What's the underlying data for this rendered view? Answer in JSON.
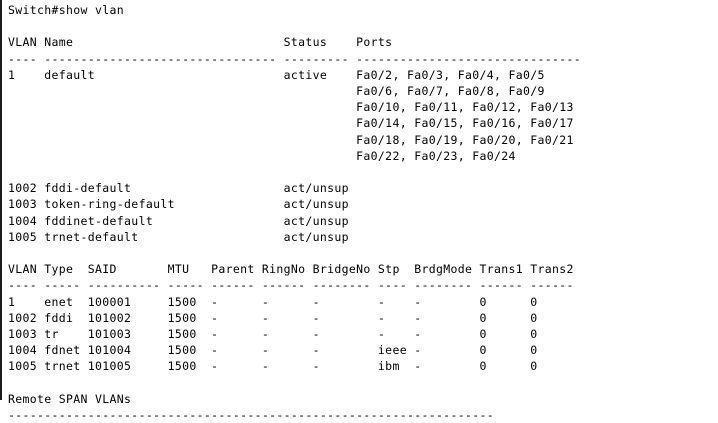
{
  "terminal": {
    "prompt_line": "Switch#show vlan",
    "hostname": "Switch",
    "prompt_symbol": "#",
    "command": "show vlan",
    "colors": {
      "background": "#ffffff",
      "text": "#000000",
      "left_border": "#1a1a1a"
    }
  },
  "vlan_table": {
    "headers": [
      "VLAN",
      "Name",
      "Status",
      "Ports"
    ],
    "header_line": "VLAN Name                             Status    Ports",
    "rule_line": "---- -------------------------------- --------- -------------------------------",
    "rows": [
      {
        "vlan": "1",
        "name": "default",
        "status": "active",
        "ports": [
          "Fa0/2, Fa0/3, Fa0/4, Fa0/5",
          "Fa0/6, Fa0/7, Fa0/8, Fa0/9",
          "Fa0/10, Fa0/11, Fa0/12, Fa0/13",
          "Fa0/14, Fa0/15, Fa0/16, Fa0/17",
          "Fa0/18, Fa0/19, Fa0/20, Fa0/21",
          "Fa0/22, Fa0/23, Fa0/24"
        ]
      },
      {
        "vlan": "1002",
        "name": "fddi-default",
        "status": "act/unsup",
        "ports": []
      },
      {
        "vlan": "1003",
        "name": "token-ring-default",
        "status": "act/unsup",
        "ports": []
      },
      {
        "vlan": "1004",
        "name": "fddinet-default",
        "status": "act/unsup",
        "ports": []
      },
      {
        "vlan": "1005",
        "name": "trnet-default",
        "status": "act/unsup",
        "ports": []
      }
    ],
    "rendered_lines": [
      "1    default                          active    Fa0/2, Fa0/3, Fa0/4, Fa0/5",
      "                                                Fa0/6, Fa0/7, Fa0/8, Fa0/9",
      "                                                Fa0/10, Fa0/11, Fa0/12, Fa0/13",
      "                                                Fa0/14, Fa0/15, Fa0/16, Fa0/17",
      "                                                Fa0/18, Fa0/19, Fa0/20, Fa0/21",
      "                                                Fa0/22, Fa0/23, Fa0/24",
      "1002 fddi-default                     act/unsup",
      "1003 token-ring-default               act/unsup",
      "1004 fddinet-default                  act/unsup",
      "1005 trnet-default                    act/unsup"
    ]
  },
  "detail_table": {
    "headers": [
      "VLAN",
      "Type",
      "SAID",
      "MTU",
      "Parent",
      "RingNo",
      "BridgeNo",
      "Stp",
      "BrdgMode",
      "Trans1",
      "Trans2"
    ],
    "header_line": "VLAN Type  SAID       MTU   Parent RingNo BridgeNo Stp  BrdgMode Trans1 Trans2",
    "rule_line": "---- ----- ---------- ----- ------ ------ -------- ---- -------- ------ ------",
    "rows": [
      {
        "vlan": "1",
        "type": "enet",
        "said": "100001",
        "mtu": "1500",
        "parent": "-",
        "ringno": "-",
        "bridgeno": "-",
        "stp": "-",
        "brdgmode": "-",
        "trans1": "0",
        "trans2": "0"
      },
      {
        "vlan": "1002",
        "type": "fddi",
        "said": "101002",
        "mtu": "1500",
        "parent": "-",
        "ringno": "-",
        "bridgeno": "-",
        "stp": "-",
        "brdgmode": "-",
        "trans1": "0",
        "trans2": "0"
      },
      {
        "vlan": "1003",
        "type": "tr",
        "said": "101003",
        "mtu": "1500",
        "parent": "-",
        "ringno": "-",
        "bridgeno": "-",
        "stp": "-",
        "brdgmode": "-",
        "trans1": "0",
        "trans2": "0"
      },
      {
        "vlan": "1004",
        "type": "fdnet",
        "said": "101004",
        "mtu": "1500",
        "parent": "-",
        "ringno": "-",
        "bridgeno": "-",
        "stp": "ieee",
        "brdgmode": "-",
        "trans1": "0",
        "trans2": "0"
      },
      {
        "vlan": "1005",
        "type": "trnet",
        "said": "101005",
        "mtu": "1500",
        "parent": "-",
        "ringno": "-",
        "bridgeno": "-",
        "stp": "ibm",
        "brdgmode": "-",
        "trans1": "0",
        "trans2": "0"
      }
    ],
    "rendered_lines": [
      "1    enet  100001     1500  -      -      -        -    -        0      0",
      "1002 fddi  101002     1500  -      -      -        -    -        0      0",
      "1003 tr    101003     1500  -      -      -        -    -        0      0",
      "1004 fdnet 101004     1500  -      -      -        ieee -        0      0",
      "1005 trnet 101005     1500  -      -      -        ibm  -        0      0"
    ]
  },
  "remote_span": {
    "title": "Remote SPAN VLANs",
    "rule_line": "-------------------------------------------------------------------",
    "entries": []
  }
}
